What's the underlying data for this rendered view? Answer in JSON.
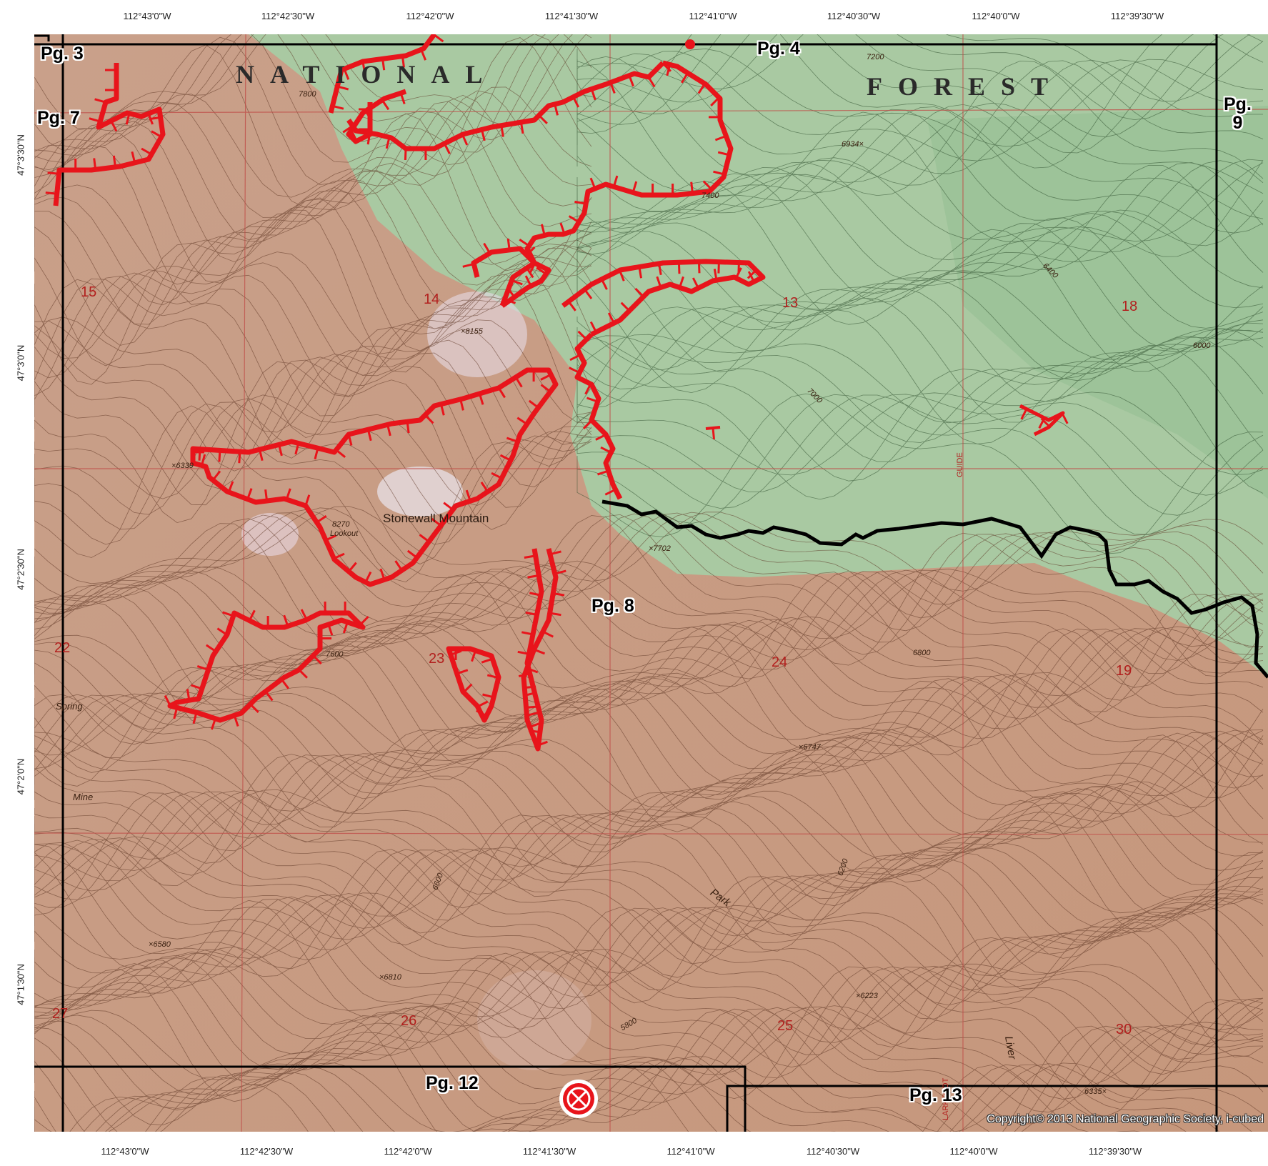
{
  "graticule": {
    "longitude_labels": [
      "112°43'0\"W",
      "112°42'30\"W",
      "112°42'0\"W",
      "112°41'30\"W",
      "112°41'0\"W",
      "112°40'30\"W",
      "112°40'0\"W",
      "112°39'30\"W"
    ],
    "latitude_labels": [
      "47°3'30\"N",
      "47°3'0\"N",
      "47°2'30\"N",
      "47°2'0\"N",
      "47°1'30\"N"
    ]
  },
  "forest_label": {
    "word1": "NATIONAL",
    "word2": "FOREST"
  },
  "page_labels": {
    "pg3": "Pg. 3",
    "pg4": "Pg. 4",
    "pg7": "Pg. 7",
    "pg8": "Pg. 8",
    "pg9": "Pg.\n9",
    "pg12": "Pg. 12",
    "pg13": "Pg. 13"
  },
  "sections": [
    "15",
    "14",
    "13",
    "18",
    "22",
    "24",
    "19",
    "23",
    "26",
    "25",
    "30",
    "27"
  ],
  "map_text": {
    "peak_name": "Stonewall Mountain",
    "lookout": "Lookout",
    "peak_elev": "8270",
    "elev_8155": "×8155",
    "elev_7702": "×7702",
    "elev_6934": "6934×",
    "elev_6747": "×6747",
    "elev_6580": "×6580",
    "elev_6810": "×6810",
    "elev_6223": "×6223",
    "elev_6335": "6335×",
    "elev_6339": "×6339",
    "park": "Park",
    "spring": "Spring",
    "mine": "Mine",
    "guide": "GUIDE",
    "larkfoot": "LARKFOOT",
    "liver": "Liver",
    "contour_7200": "7200",
    "contour_7400": "7400",
    "contour_7800": "7800",
    "contour_6400": "6400",
    "contour_6000": "6000",
    "contour_7000": "7000",
    "contour_6800": "6800",
    "contour_6600": "6600",
    "contour_6200": "6200",
    "contour_5800": "5800",
    "contour_7600": "7600"
  },
  "colors": {
    "fire_line": "#e8141b",
    "boundary": "#000000",
    "forest_green": "#9bc49a",
    "terrain_brown": "#c39a82",
    "section_red": "#b2201e"
  },
  "marker": {
    "icon": "crossed-circle-icon"
  },
  "copyright": "Copyright© 2013 National Geographic Society, i-cubed"
}
